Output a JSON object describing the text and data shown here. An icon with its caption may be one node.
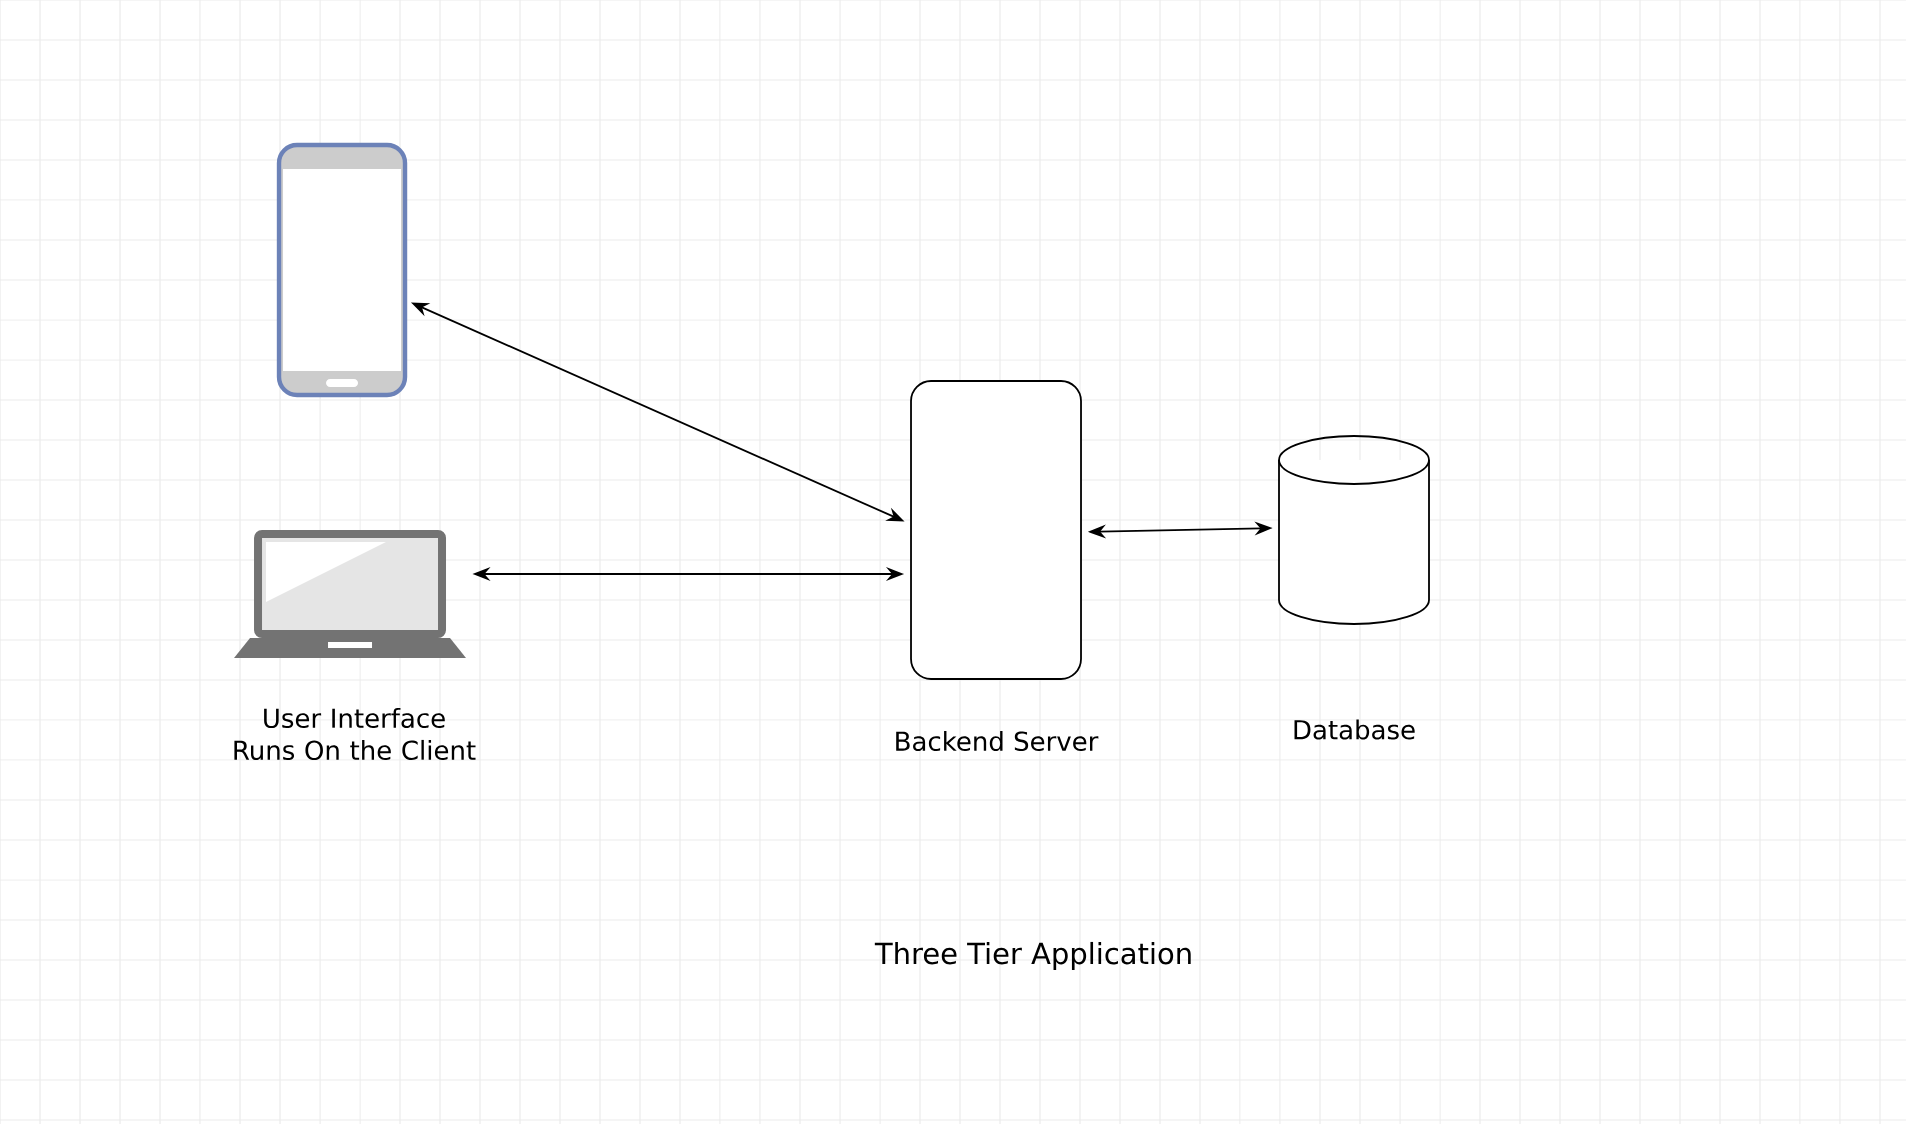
{
  "diagram": {
    "caption": "Three Tier Application",
    "nodes": [
      {
        "text": [],
        "shape": "picture"
      },
      {
        "text": [],
        "shape": "picture",
        "beside": [
          "User Interface Runs On the Client"
        ]
      },
      {
        "text": [
          "Backend Server"
        ]
      },
      {
        "text": [
          "Database"
        ]
      }
    ],
    "edges": [
      {
        "from": 0,
        "to": 2,
        "arrow": "both"
      },
      {
        "from": 1,
        "to": 2,
        "arrow": "both"
      },
      {
        "from": 2,
        "to": 3,
        "arrow": "both"
      }
    ]
  }
}
